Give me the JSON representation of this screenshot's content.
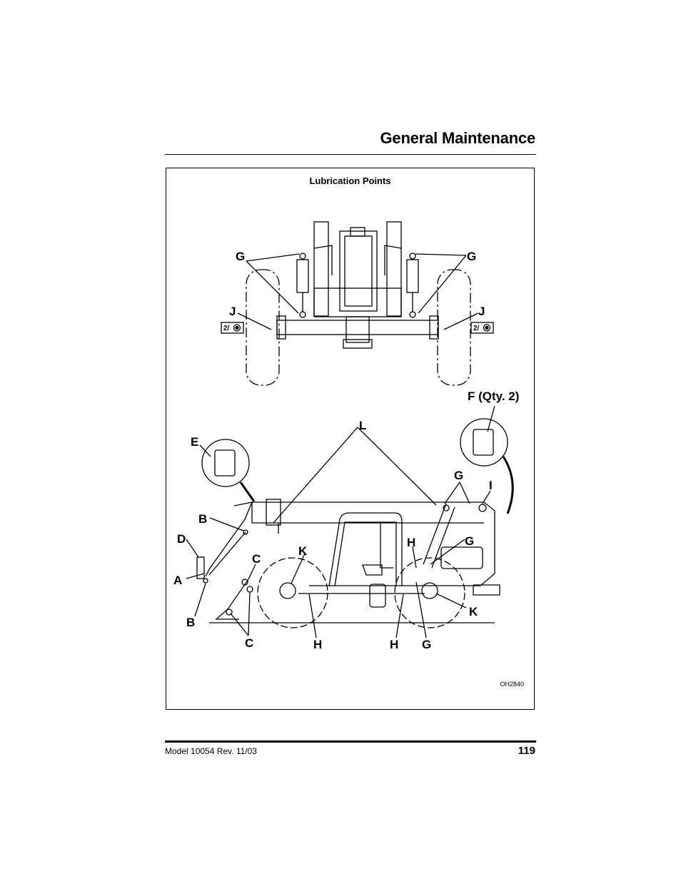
{
  "header": {
    "section_title": "General Maintenance"
  },
  "figure": {
    "caption": "Lubrication Points",
    "code": "OH2840",
    "callouts": {
      "g_top_left": "G",
      "g_top_right": "G",
      "j_left": "J",
      "j_right": "J",
      "qty_left": "2/",
      "qty_right": "2/",
      "f_qty": "F (Qty. 2)",
      "l": "L",
      "e": "E",
      "g_boom": "G",
      "i": "I",
      "b_upper": "B",
      "d": "D",
      "a": "A",
      "b_lower": "B",
      "c_upper": "C",
      "c_lower": "C",
      "k_left": "K",
      "k_right": "K",
      "h_upper": "H",
      "g_mid": "G",
      "h_lower_left": "H",
      "h_lower_right": "H",
      "g_lower": "G"
    }
  },
  "footer": {
    "model": "Model  10054    Rev.  11/03",
    "page_number": "119"
  }
}
